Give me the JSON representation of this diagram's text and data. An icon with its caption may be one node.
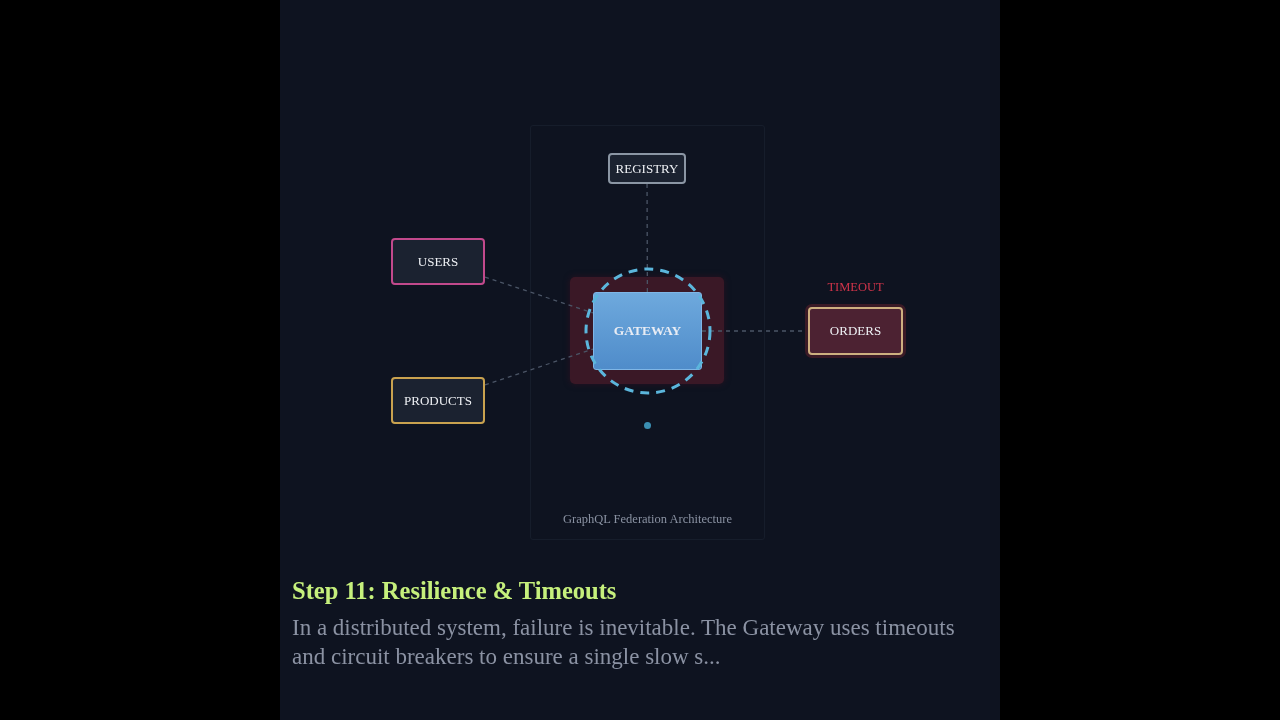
{
  "diagram": {
    "title": "Step 11: Resilience & Timeouts",
    "nodes": [
      {
        "text": [
          "GraphQL Federation Architecture"
        ]
      },
      {
        "text": [
          "REGISTRY"
        ],
        "in": 0
      },
      {
        "text": [
          "USERS"
        ]
      },
      {
        "text": [
          "GATEWAY"
        ],
        "in": 0
      },
      {
        "text": [
          "ORDERS"
        ],
        "beside": [
          "TIMEOUT"
        ]
      },
      {
        "text": [
          "PRODUCTS"
        ]
      }
    ],
    "edges": [
      {
        "from": 1,
        "to": 3,
        "arrow": "none",
        "style": "dashed"
      },
      {
        "from": 2,
        "to": 3,
        "arrow": "none",
        "style": "dashed"
      },
      {
        "from": 5,
        "to": 3,
        "arrow": "none",
        "style": "dashed"
      },
      {
        "from": 3,
        "to": 4,
        "arrow": "none",
        "style": "dashed"
      }
    ],
    "labels": [
      "In a distributed system, failure is inevitable. The Gateway uses timeouts and circuit breakers to ensure a single slow s..."
    ]
  }
}
